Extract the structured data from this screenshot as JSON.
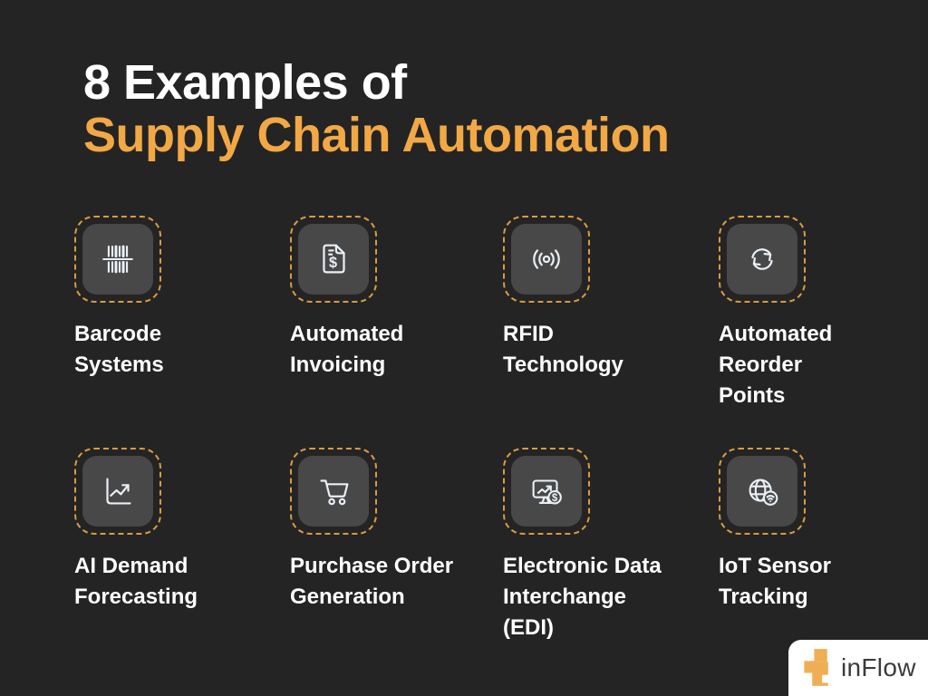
{
  "page": {
    "background_color": "#242424",
    "accent_orange": "#F2A845",
    "tile_border_color": "#D99C42",
    "tile_background": "#484849",
    "icon_color": "#EAF0F5",
    "text_color": "#FFFFFF"
  },
  "header": {
    "title_line1": "8 Examples of",
    "title_line2": "Supply Chain Automation"
  },
  "grid": {
    "cells": [
      {
        "icon": "barcode-icon",
        "label": "Barcode Systems",
        "lines": [
          "Barcode",
          "Systems"
        ]
      },
      {
        "icon": "invoice-icon",
        "label": "Automated Invoicing",
        "lines": [
          "Automated",
          "Invoicing"
        ]
      },
      {
        "icon": "rfid-icon",
        "label": "RFID Technology",
        "lines": [
          "RFID",
          "Technology"
        ]
      },
      {
        "icon": "reorder-icon",
        "label": "Automated Reorder Points",
        "lines": [
          "Automated",
          "Reorder",
          "Points"
        ]
      },
      {
        "icon": "chart-icon",
        "label": "AI Demand Forecasting",
        "lines": [
          "AI Demand",
          "Forecasting"
        ]
      },
      {
        "icon": "cart-icon",
        "label": "Purchase Order Generation",
        "lines": [
          "Purchase Order",
          "Generation"
        ]
      },
      {
        "icon": "edi-icon",
        "label": "Electronic Data Interchange (EDI)",
        "lines": [
          "Electronic Data",
          "Interchange",
          "(EDI)"
        ]
      },
      {
        "icon": "globe-icon",
        "label": "IoT Sensor Tracking",
        "lines": [
          "IoT Sensor",
          "Tracking"
        ]
      }
    ]
  },
  "logo": {
    "text": "inFlow",
    "mark_color": "#EFAE54",
    "text_color": "#3B3B3B"
  }
}
